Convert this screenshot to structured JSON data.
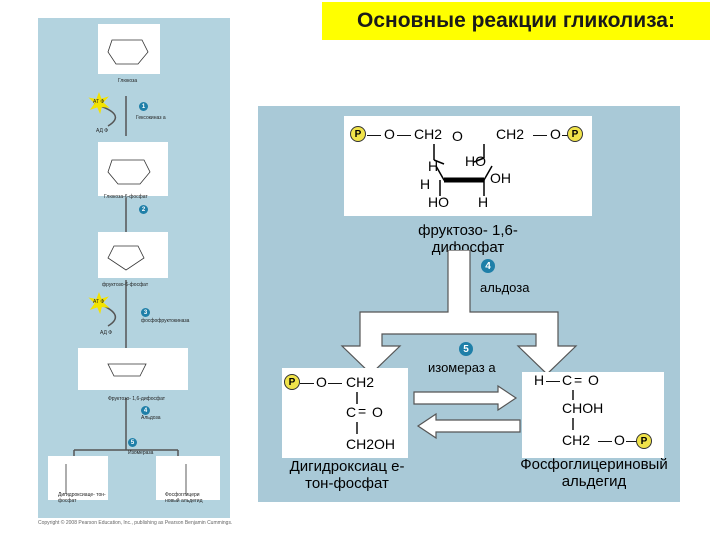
{
  "title": "Основные реакции гликолиза:",
  "left_panel": {
    "glucose": "Глюкоза",
    "atp1": "АТ Ф",
    "step1_num": "1",
    "hexokinase": "Гексокиназ а",
    "adp1": "АД Ф",
    "g6p": "Глюкоза-6-фосфат",
    "step2_num": "2",
    "f6p": "фруктозо-6-фосфат",
    "atp2": "АТ Ф",
    "step3_num": "3",
    "pfk": "фосфофруктокиназа",
    "adp2": "АД Ф",
    "f16bp": "Фруктозо- 1,6-дифосфат",
    "step4_num": "4",
    "aldolase": "Альдоза",
    "step5_num": "5",
    "isomerase": "Изомераза",
    "dhap": "Дигидроксиаце- тон-фосфат",
    "g3p": "Фосфоглицери новый альдегид"
  },
  "fbp_label": "фруктозо- 1,6-дифосфат",
  "step4": "4",
  "aldolase": "альдоза",
  "step5": "5",
  "isomerase": "изомераз а",
  "dhap_label": "Дигидроксиац е-тон-фосфат",
  "g3p_label": "Фосфоглицериновый альдегид",
  "structures": {
    "p": "P",
    "o": "O",
    "ch2": "CH2",
    "h": "H",
    "ho": "HO",
    "oh": "OH",
    "c": "C",
    "choh": "CHOH",
    "ch2oh": "CH2OH",
    "dash": "—",
    "eq": "="
  },
  "copyright": "Copyright © 2008 Pearson Education, Inc., publishing as Pearson Benjamin Cummings.",
  "colors": {
    "title_bg": "#ffff00",
    "panel": "#a9c9d7",
    "step_circle": "#1f7fa8",
    "phosphate": "#f0e34a"
  }
}
